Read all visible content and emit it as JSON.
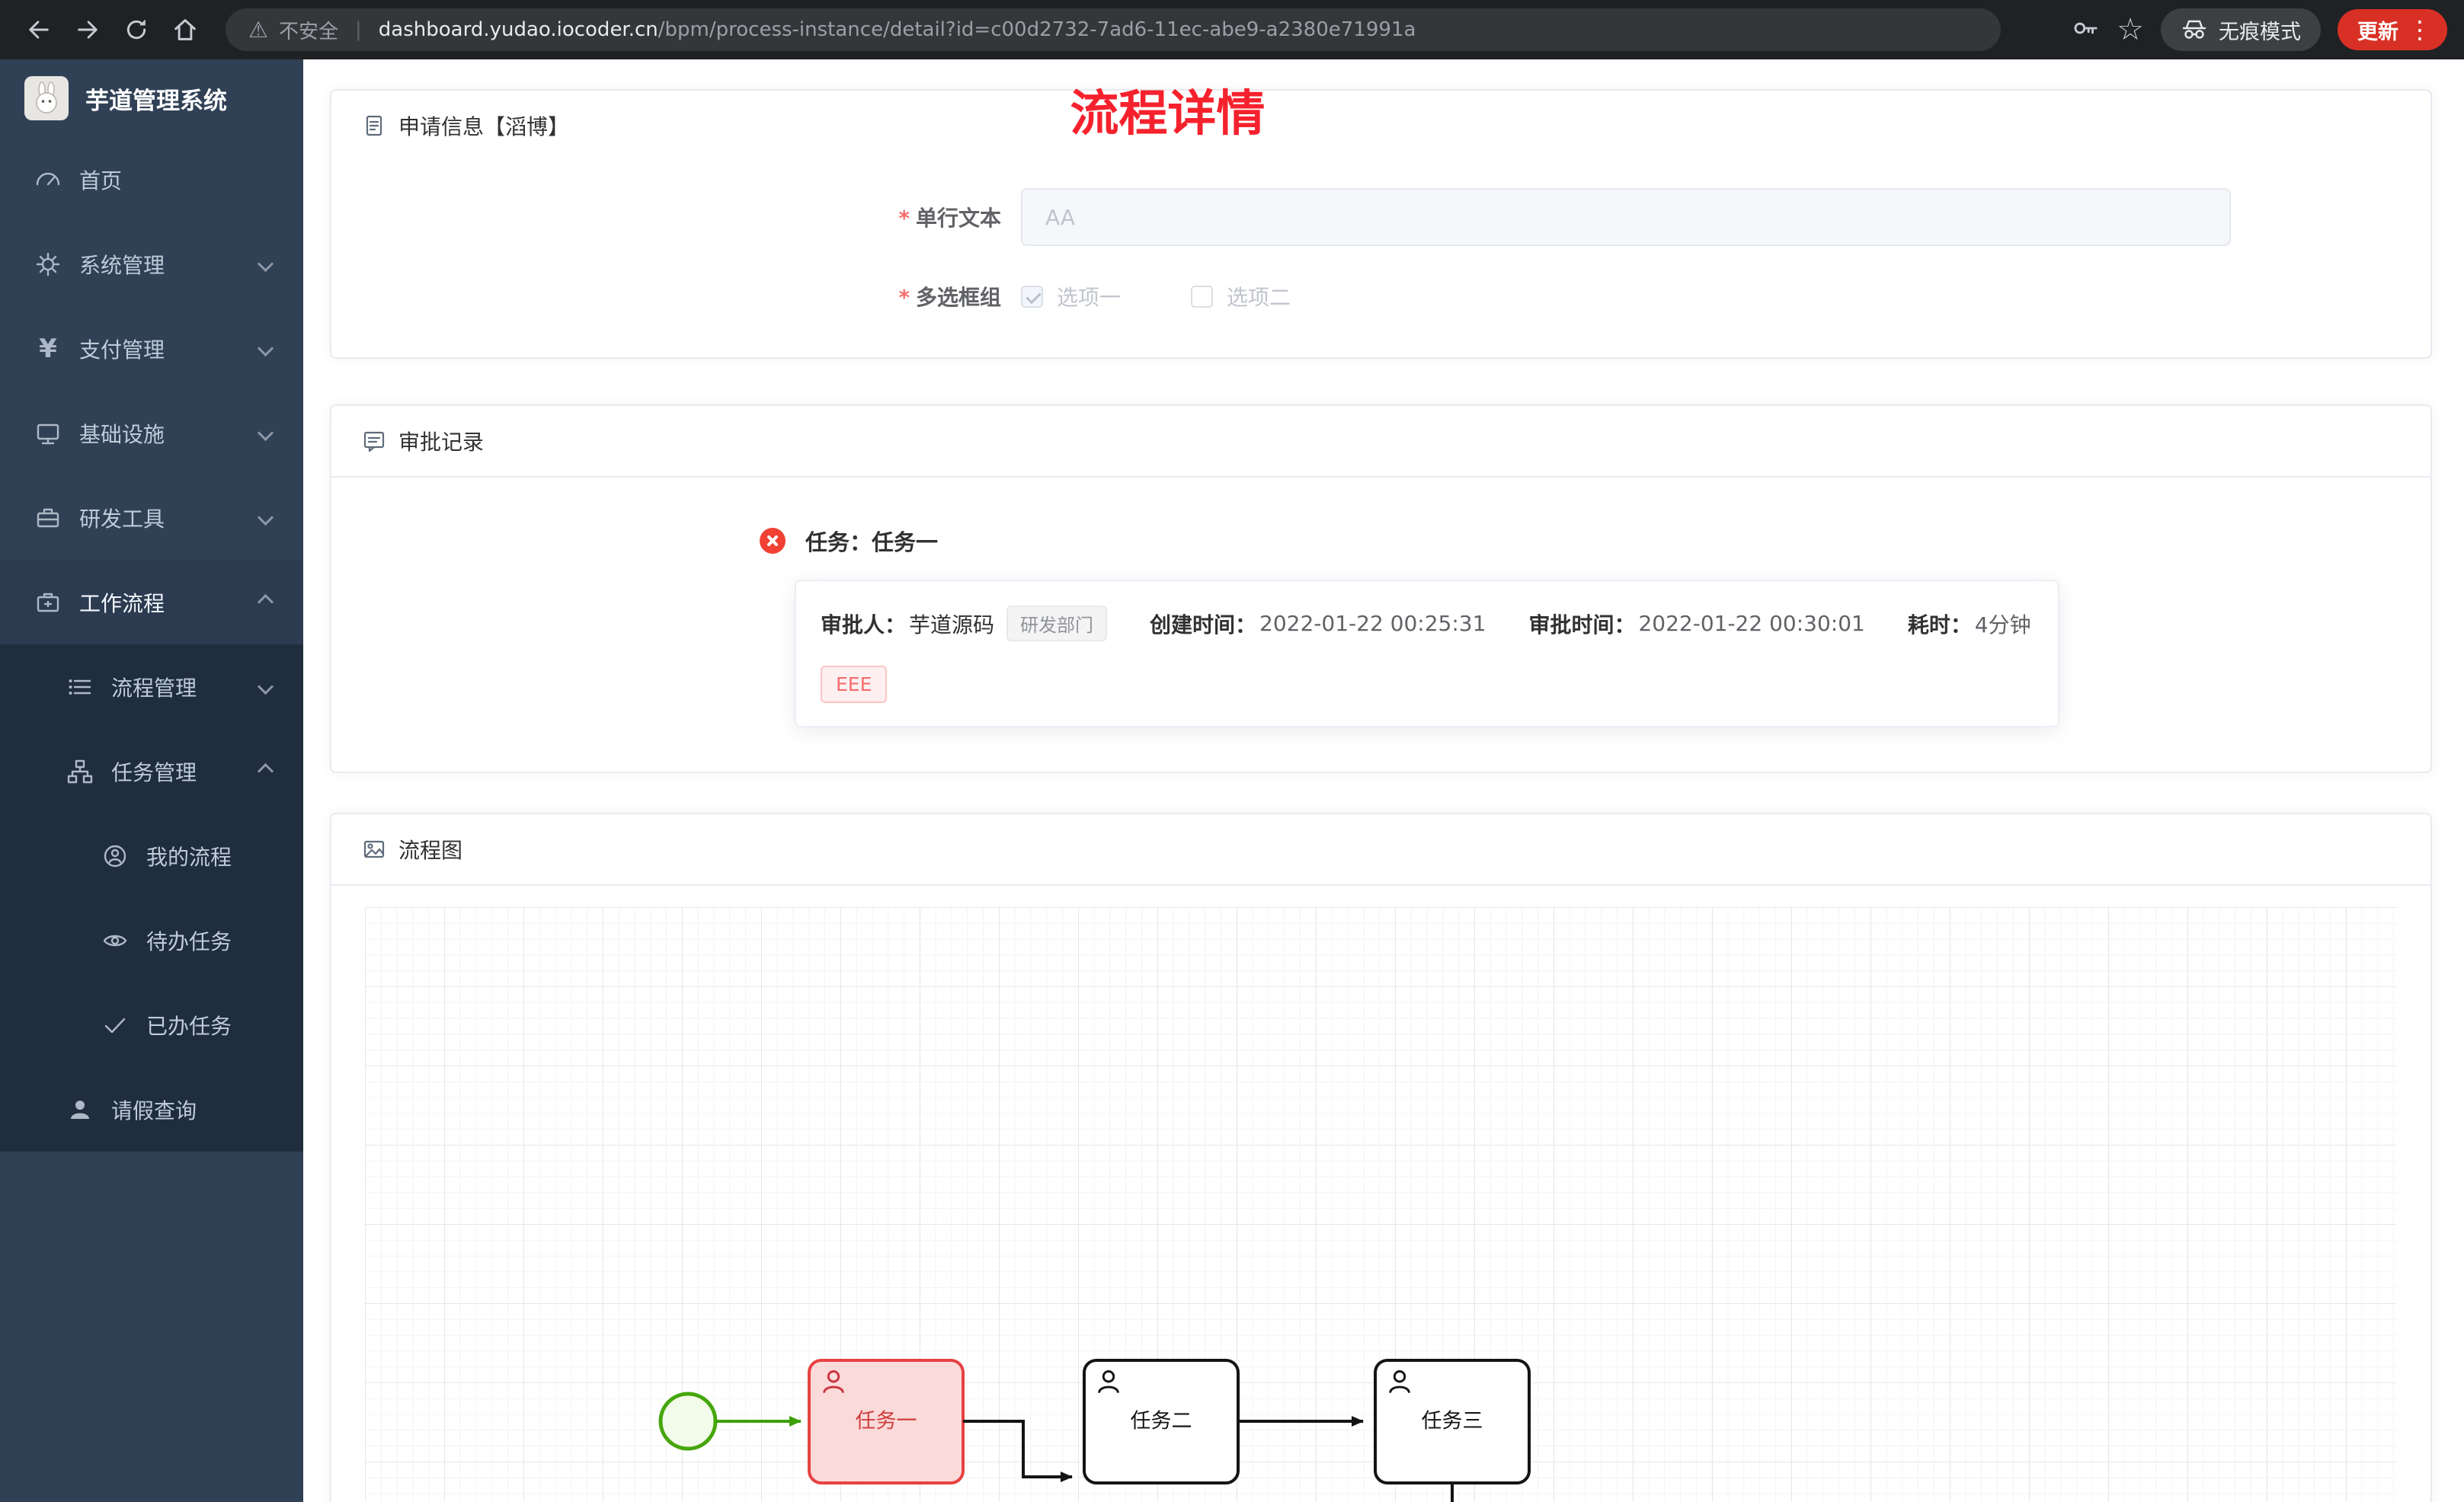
{
  "browser": {
    "security_label": "不安全",
    "url_domain": "dashboard.yudao.iocoder.cn",
    "url_path": "/bpm/process-instance/detail?id=c00d2732-7ad6-11ec-abe9-a2380e71991a",
    "incognito_label": "无痕模式",
    "update_label": "更新"
  },
  "sidebar": {
    "app_title": "芋道管理系统",
    "items": [
      {
        "label": "首页"
      },
      {
        "label": "系统管理"
      },
      {
        "label": "支付管理"
      },
      {
        "label": "基础设施"
      },
      {
        "label": "研发工具"
      },
      {
        "label": "工作流程"
      },
      {
        "label": "流程管理"
      },
      {
        "label": "任务管理"
      },
      {
        "label": "我的流程"
      },
      {
        "label": "待办任务"
      },
      {
        "label": "已办任务"
      },
      {
        "label": "请假查询"
      }
    ]
  },
  "page": {
    "title": "流程详情",
    "required_mark": "*",
    "apply_card": {
      "header": "申请信息【滔博】",
      "field_text_label": "单行文本",
      "field_text_placeholder": "AA",
      "field_checkbox_label": "多选框组",
      "checkbox_options": [
        {
          "label": "选项一",
          "checked": true
        },
        {
          "label": "选项二",
          "checked": false
        }
      ]
    },
    "approval_card": {
      "header": "审批记录",
      "task_title": "任务：任务一",
      "approver_label": "审批人：",
      "approver_name": "芋道源码",
      "dept_tag": "研发部门",
      "create_label": "创建时间：",
      "create_time": "2022-01-22 00:25:31",
      "approve_label": "审批时间：",
      "approve_time": "2022-01-22 00:30:01",
      "duration_label": "耗时：",
      "duration_value": "4分钟",
      "result_tag": "EEE"
    },
    "diagram_card": {
      "header": "流程图",
      "nodes": [
        "任务一",
        "任务二",
        "任务三"
      ]
    }
  },
  "colors": {
    "title_red": "#f5222d",
    "danger_red": "#f56c6c",
    "success_green": "#46a60c",
    "sidebar_bg": "#304156",
    "submenu_bg": "#1f2d3d",
    "update_button_red": "#d93025"
  }
}
